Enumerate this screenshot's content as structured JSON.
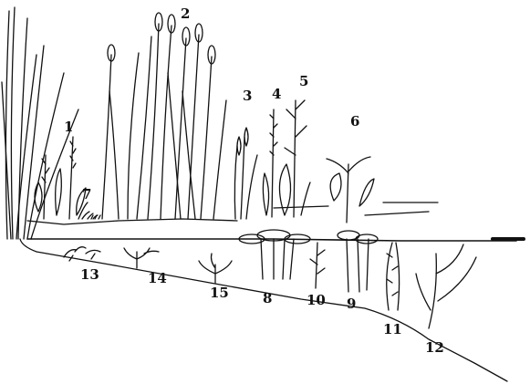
{
  "labels": {
    "n1": "1",
    "n2": "2",
    "n3": "3",
    "n4": "4",
    "n5": "5",
    "n6": "6",
    "n7": "7",
    "n8": "8",
    "n9": "9",
    "n10": "10",
    "n11": "11",
    "n12": "12",
    "n13": "13",
    "n14": "14",
    "n15": "15"
  },
  "colors": {
    "ink": "#111111",
    "paper": "#ffffff"
  }
}
